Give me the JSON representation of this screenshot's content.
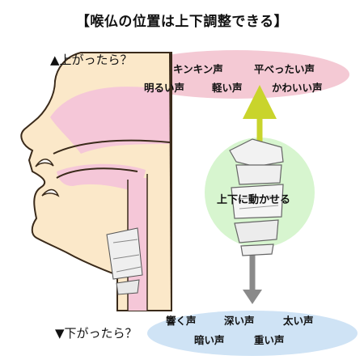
{
  "title": "【喉仏の位置は上下調整できる】",
  "up": {
    "question": "▲上がったら？",
    "voices": [
      "キンキン声",
      "平べったい声",
      "明るい声",
      "軽い声",
      "かわいい声"
    ]
  },
  "down": {
    "question": "▼下がったら？",
    "voices": [
      "響く声",
      "深い声",
      "太い声",
      "暗い声",
      "重い声"
    ]
  },
  "center_label": "上下に動かせる",
  "colors": {
    "up_ellipse": "#f4c9d4",
    "down_ellipse": "#cfe3f5",
    "green_circle": "#d7f5cf",
    "up_arrow": "#c9d42c",
    "down_arrow": "#8a8a8a",
    "skin": "#fbe8c9",
    "cavity": "#f5c7d8",
    "outline": "#3a2a1a"
  }
}
